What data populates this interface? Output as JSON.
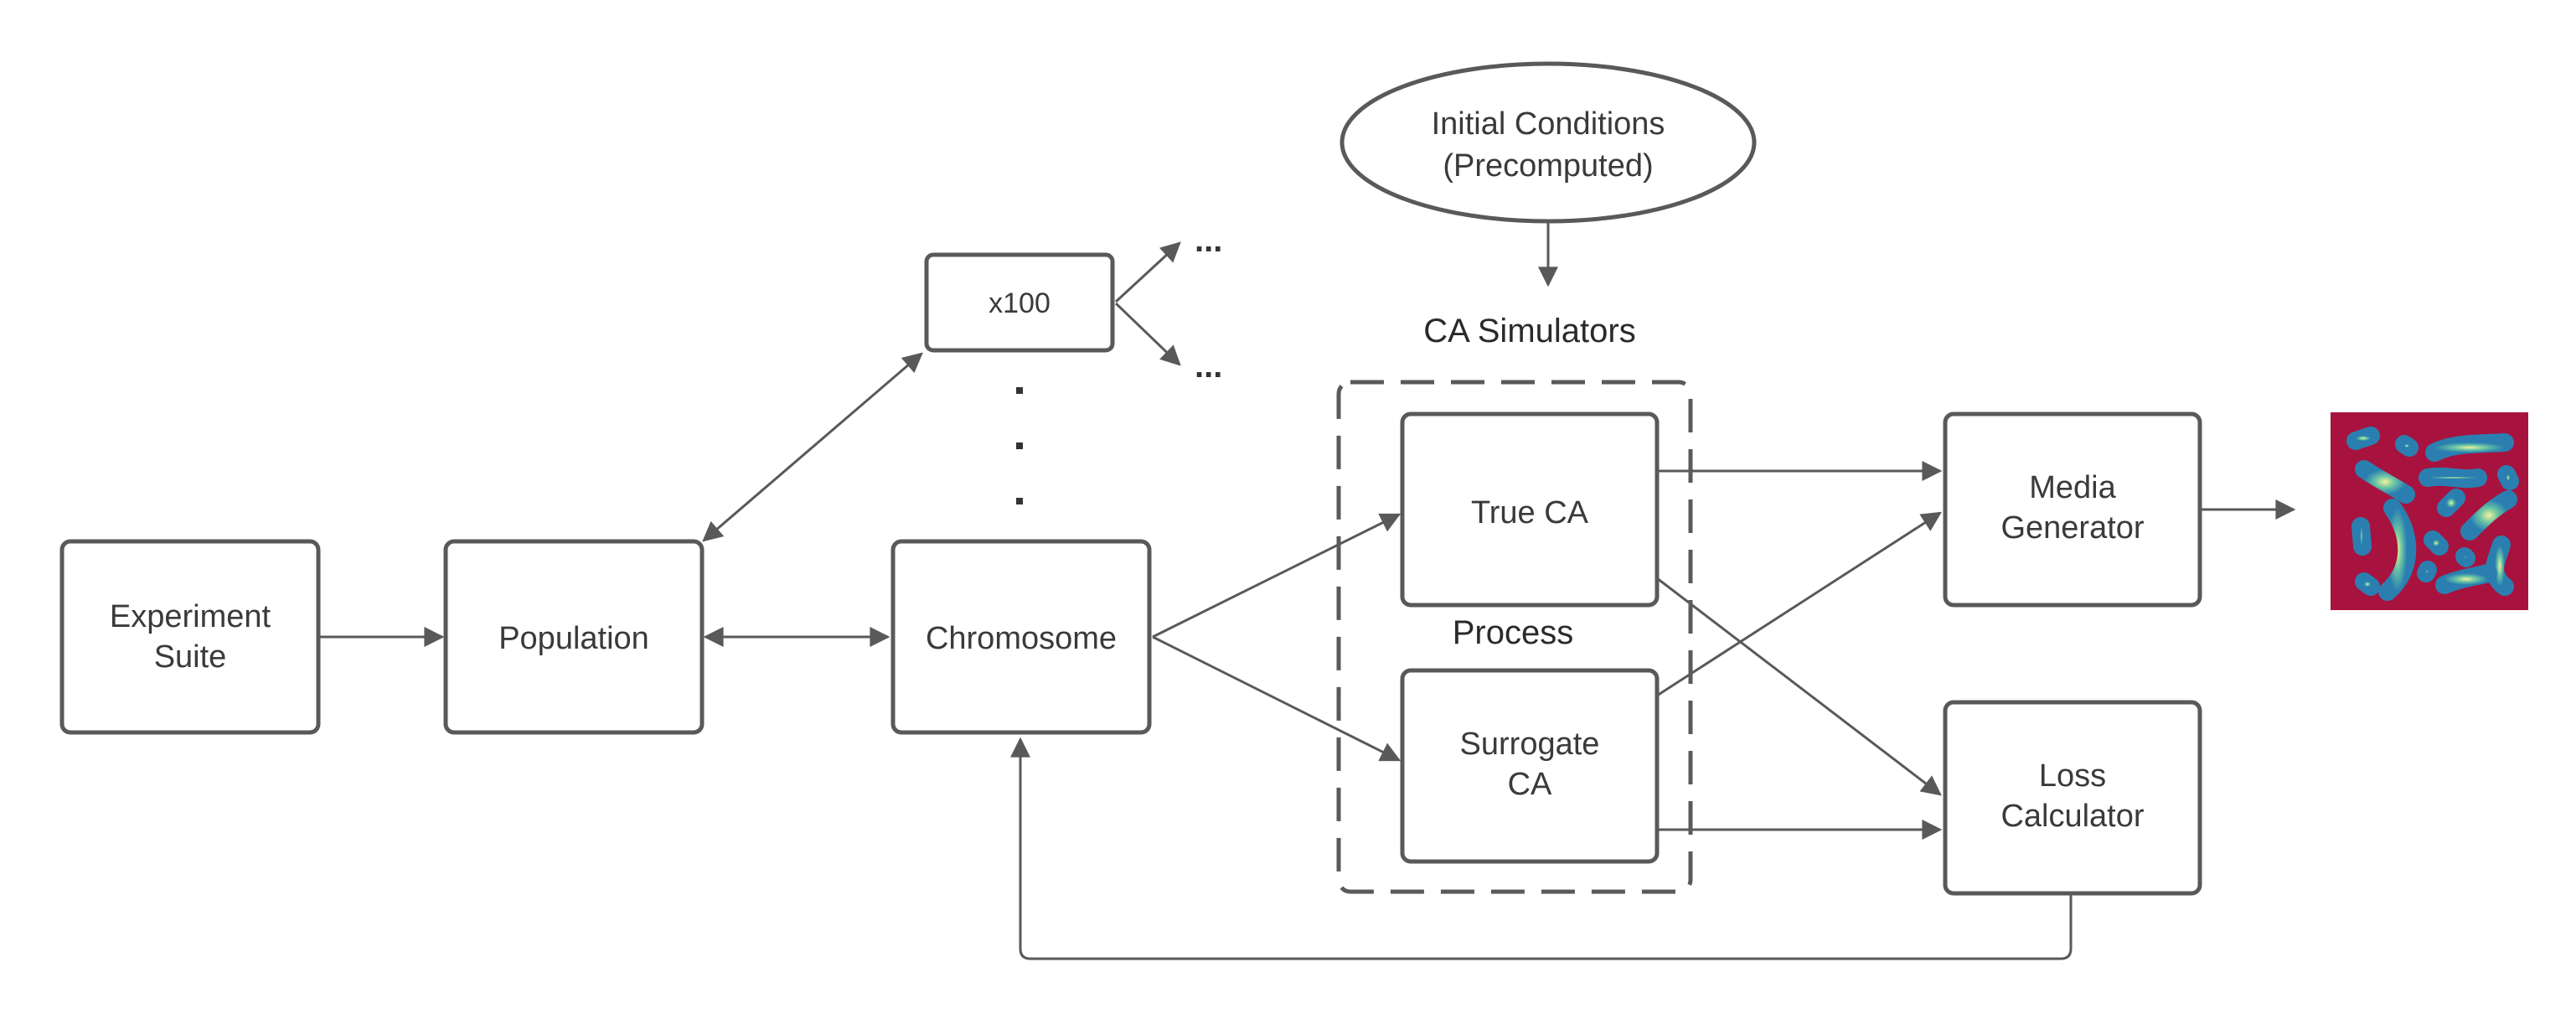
{
  "nodes": {
    "experiment_suite": {
      "line1": "Experiment",
      "line2": "Suite"
    },
    "population": {
      "label": "Population"
    },
    "chromosome": {
      "label": "Chromosome"
    },
    "x100": {
      "label": "x100"
    },
    "ellipsis_top": "...",
    "ellipsis_bottom": "...",
    "initial_conditions": {
      "line1": "Initial Conditions",
      "line2": "(Precomputed)"
    },
    "ca_simulators_title": "CA Simulators",
    "process_label": "Process",
    "true_ca": {
      "label": "True CA"
    },
    "surrogate_ca": {
      "line1": "Surrogate",
      "line2": "CA"
    },
    "media_generator": {
      "line1": "Media",
      "line2": "Generator"
    },
    "loss_calculator": {
      "line1": "Loss",
      "line2": "Calculator"
    }
  },
  "colors": {
    "stroke": "#595959",
    "output_image_background": "#a8123e",
    "output_image_blob": "#4fb5a0"
  }
}
